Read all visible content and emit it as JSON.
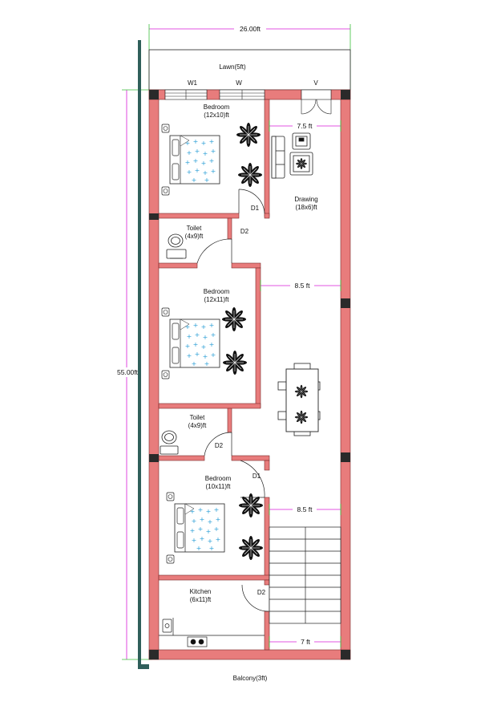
{
  "dimensions": {
    "overall_width": "26.00ft",
    "overall_length": "55.00ft",
    "drawing_width": "7.5 ft",
    "dining_width": "8.5 ft",
    "stair_width": "8.5 ft",
    "bottom_width": "7 ft"
  },
  "spaces": {
    "lawn": "Lawn(5ft)",
    "balcony": "Balcony(3ft)"
  },
  "rooms": {
    "bedroom1": {
      "name": "Bedroom",
      "size": "(12x10)ft"
    },
    "drawing": {
      "name": "Drawing",
      "size": "(18x6)ft"
    },
    "toilet1": {
      "name": "Toilet",
      "size": "(4x9)ft"
    },
    "bedroom2": {
      "name": "Bedroom",
      "size": "(12x11)ft"
    },
    "toilet2": {
      "name": "Toilet",
      "size": "(4x9)ft"
    },
    "bedroom3": {
      "name": "Bedroom",
      "size": "(10x11)ft"
    },
    "kitchen": {
      "name": "Kitchen",
      "size": "(6x11)ft"
    }
  },
  "openings": {
    "window_w1": "W1",
    "window_w": "W",
    "ventilator": "V",
    "door_bed1": "D1",
    "door_toilet1": "D2",
    "door_toilet2": "D2",
    "door_bed3": "D1",
    "door_kitchen": "D2"
  },
  "colors": {
    "wall": "#e87c7c",
    "column": "#2a2a2a",
    "dimension_line": "#d81bd8",
    "extension_line": "#3cbf3c",
    "edge_post": "#2f5f5a",
    "bed_dot": "#2a9fd6"
  },
  "icons": {
    "bed": "bed-icon",
    "plant": "plant-icon",
    "sofa": "sofa-icon",
    "armchair": "armchair-icon",
    "dining_table": "dining-table-icon",
    "toilet": "toilet-icon",
    "sink": "sink-icon",
    "stove": "stove-icon",
    "staircase": "staircase-icon"
  }
}
